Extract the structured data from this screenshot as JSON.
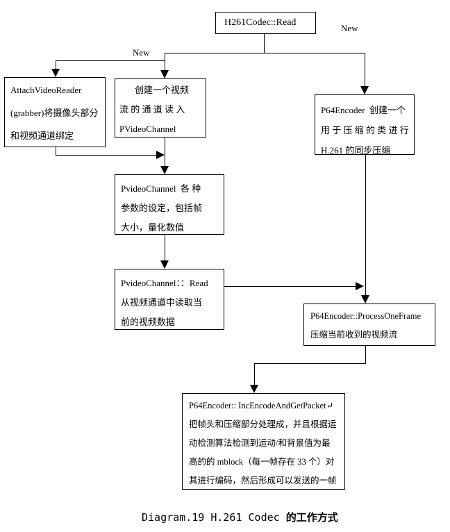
{
  "diagram": {
    "root_box": {
      "label": "H261Codec::Read"
    },
    "annotations": {
      "new_right": "New",
      "new_left": "New"
    },
    "boxes": {
      "attach_video_reader": {
        "lines": [
          "AttachVideoReader",
          "(grabber)将摄像头部分",
          "和视频通道绑定"
        ]
      },
      "create_video_channel": {
        "lines": [
          "创建一个视频",
          "流 的 通 道 读 入",
          "PVideoChannel"
        ]
      },
      "p64_encoder_create": {
        "lines": [
          "P64Encoder  创建一个",
          "用 于 压 缩 的 类 进 行",
          "H.261 的同步压缩"
        ]
      },
      "pvideochannel_params": {
        "lines": [
          "PvideoChannel  各 种",
          "参数的设定，包括帧",
          "大小，量化数值"
        ]
      },
      "pvideochannel_read": {
        "lines": [
          "PvideoChannel：：Read",
          "从视频通道中读取当",
          "前的视频数据"
        ]
      },
      "process_one_frame": {
        "lines": [
          "P64Encoder::ProcessOneFrame",
          "压缩当前收到的视频流"
        ]
      },
      "inc_encode_get_packet": {
        "lines": [
          "P64Encoder:: IncEncodeAndGetPacket↵",
          "把帧头和压缩部分处理成，并且根据运",
          "动检测算法检测到运动/和背景值为最",
          "高的的 mblock（每一帧存在 33 个）对",
          "其进行编码，然后形成可以发送的一帧"
        ]
      }
    },
    "caption": {
      "latin": "Diagram.19 H.261 Codec ",
      "cjk": "的工作方式"
    },
    "colors": {
      "line": "#000000",
      "background": "#ffffff"
    }
  }
}
